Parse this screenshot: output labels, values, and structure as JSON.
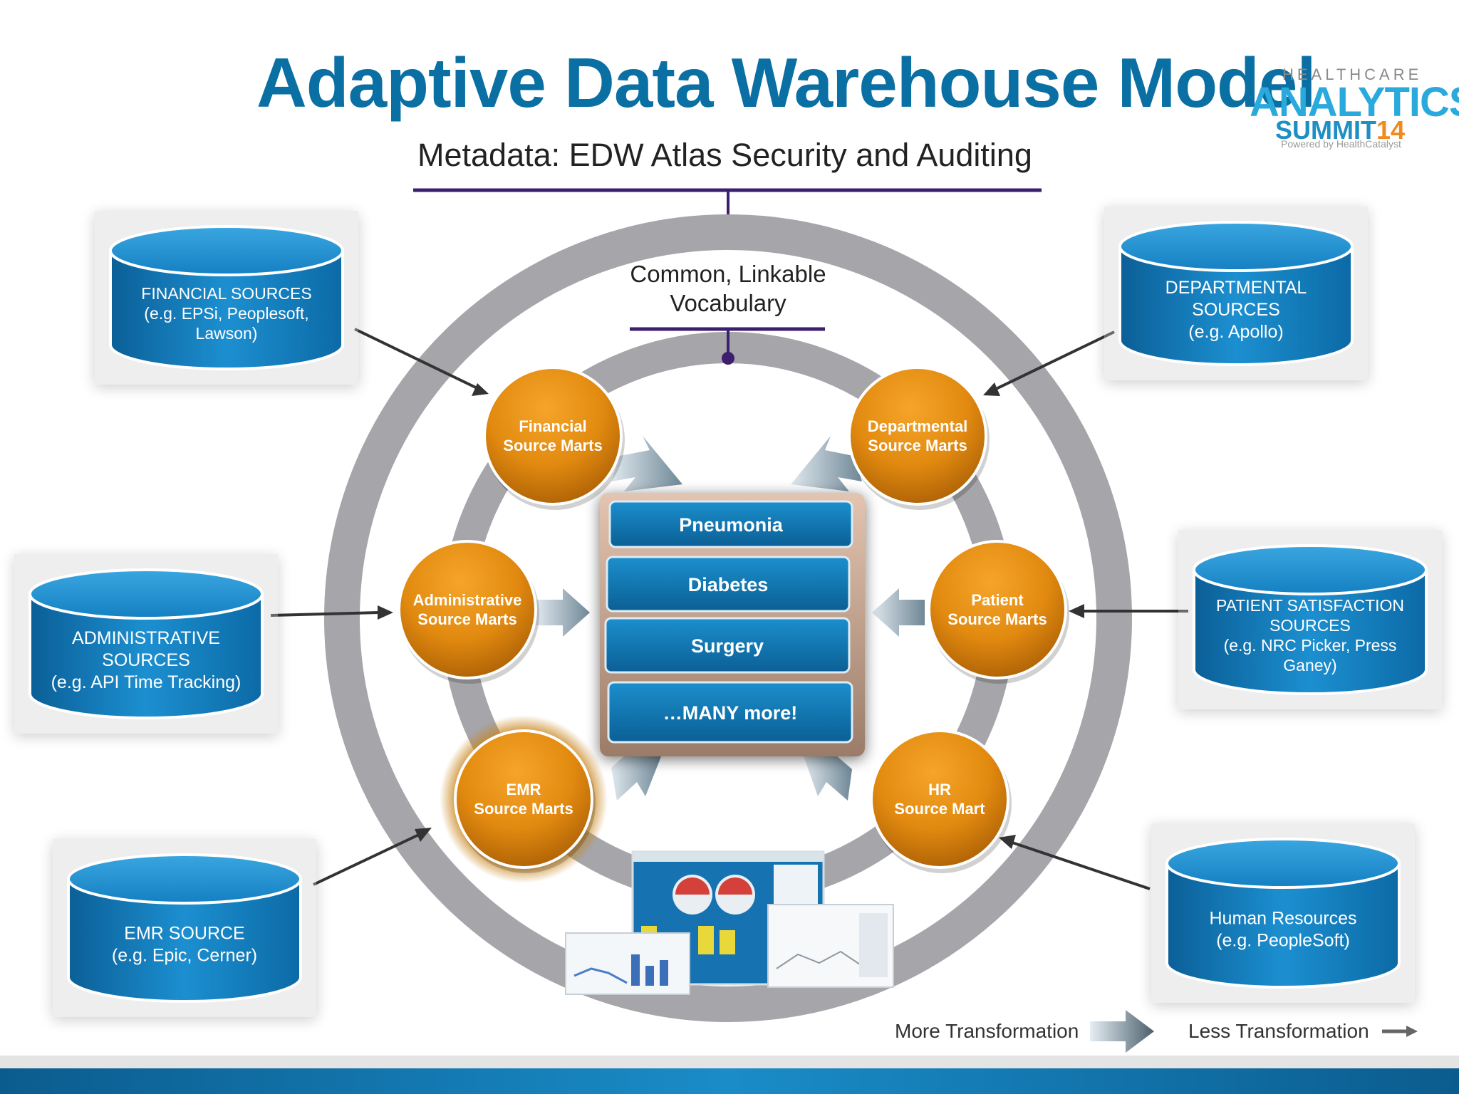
{
  "title": "Adaptive Data Warehouse Model",
  "metadata_label": "Metadata: EDW Atlas Security and Auditing",
  "vocabulary_label": [
    "Common, Linkable",
    "Vocabulary"
  ],
  "logo": {
    "line1": "HEALTHCARE",
    "line2": "ANALYTICS",
    "line3": "SUMMIT",
    "line3_year": "14",
    "line4": "Powered by HealthCatalyst"
  },
  "sources": [
    {
      "id": "financial-sources",
      "lines": [
        "FINANCIAL SOURCES",
        "(e.g. EPSi, Peoplesoft,",
        "Lawson)"
      ]
    },
    {
      "id": "administrative-sources",
      "lines": [
        "ADMINISTRATIVE",
        "SOURCES",
        "(e.g. API Time Tracking)"
      ]
    },
    {
      "id": "emr-source",
      "lines": [
        "EMR SOURCE",
        "(e.g. Epic, Cerner)"
      ]
    },
    {
      "id": "departmental-sources",
      "lines": [
        "DEPARTMENTAL",
        "SOURCES",
        "(e.g. Apollo)"
      ]
    },
    {
      "id": "patient-satisfaction-sources",
      "lines": [
        "PATIENT SATISFACTION",
        "SOURCES",
        "(e.g.  NRC Picker, Press",
        "Ganey)"
      ]
    },
    {
      "id": "human-resources",
      "lines": [
        "Human Resources",
        "(e.g. PeopleSoft)"
      ]
    }
  ],
  "marts": [
    {
      "id": "financial-source-marts",
      "lines": [
        "Financial",
        "Source Marts"
      ]
    },
    {
      "id": "administrative-source-marts",
      "lines": [
        "Administrative",
        "Source Marts"
      ]
    },
    {
      "id": "emr-source-marts",
      "lines": [
        "EMR",
        "Source Marts"
      ]
    },
    {
      "id": "departmental-source-marts",
      "lines": [
        "Departmental",
        "Source Marts"
      ]
    },
    {
      "id": "patient-source-marts",
      "lines": [
        "Patient",
        "Source Marts"
      ]
    },
    {
      "id": "hr-source-mart",
      "lines": [
        "HR",
        "Source Mart"
      ]
    }
  ],
  "subject_areas": [
    "Pneumonia",
    "Diabetes",
    "Surgery",
    "…MANY more!"
  ],
  "legend": {
    "more": "More Transformation",
    "less": "Less  Transformation"
  },
  "colors": {
    "title": "#0a6fa3",
    "cylinder": "#1186c4",
    "mart": "#e8910e",
    "ring": "#a5a5aa",
    "metadata_line": "#3c1f6e",
    "footer": "#0b5c8e"
  }
}
